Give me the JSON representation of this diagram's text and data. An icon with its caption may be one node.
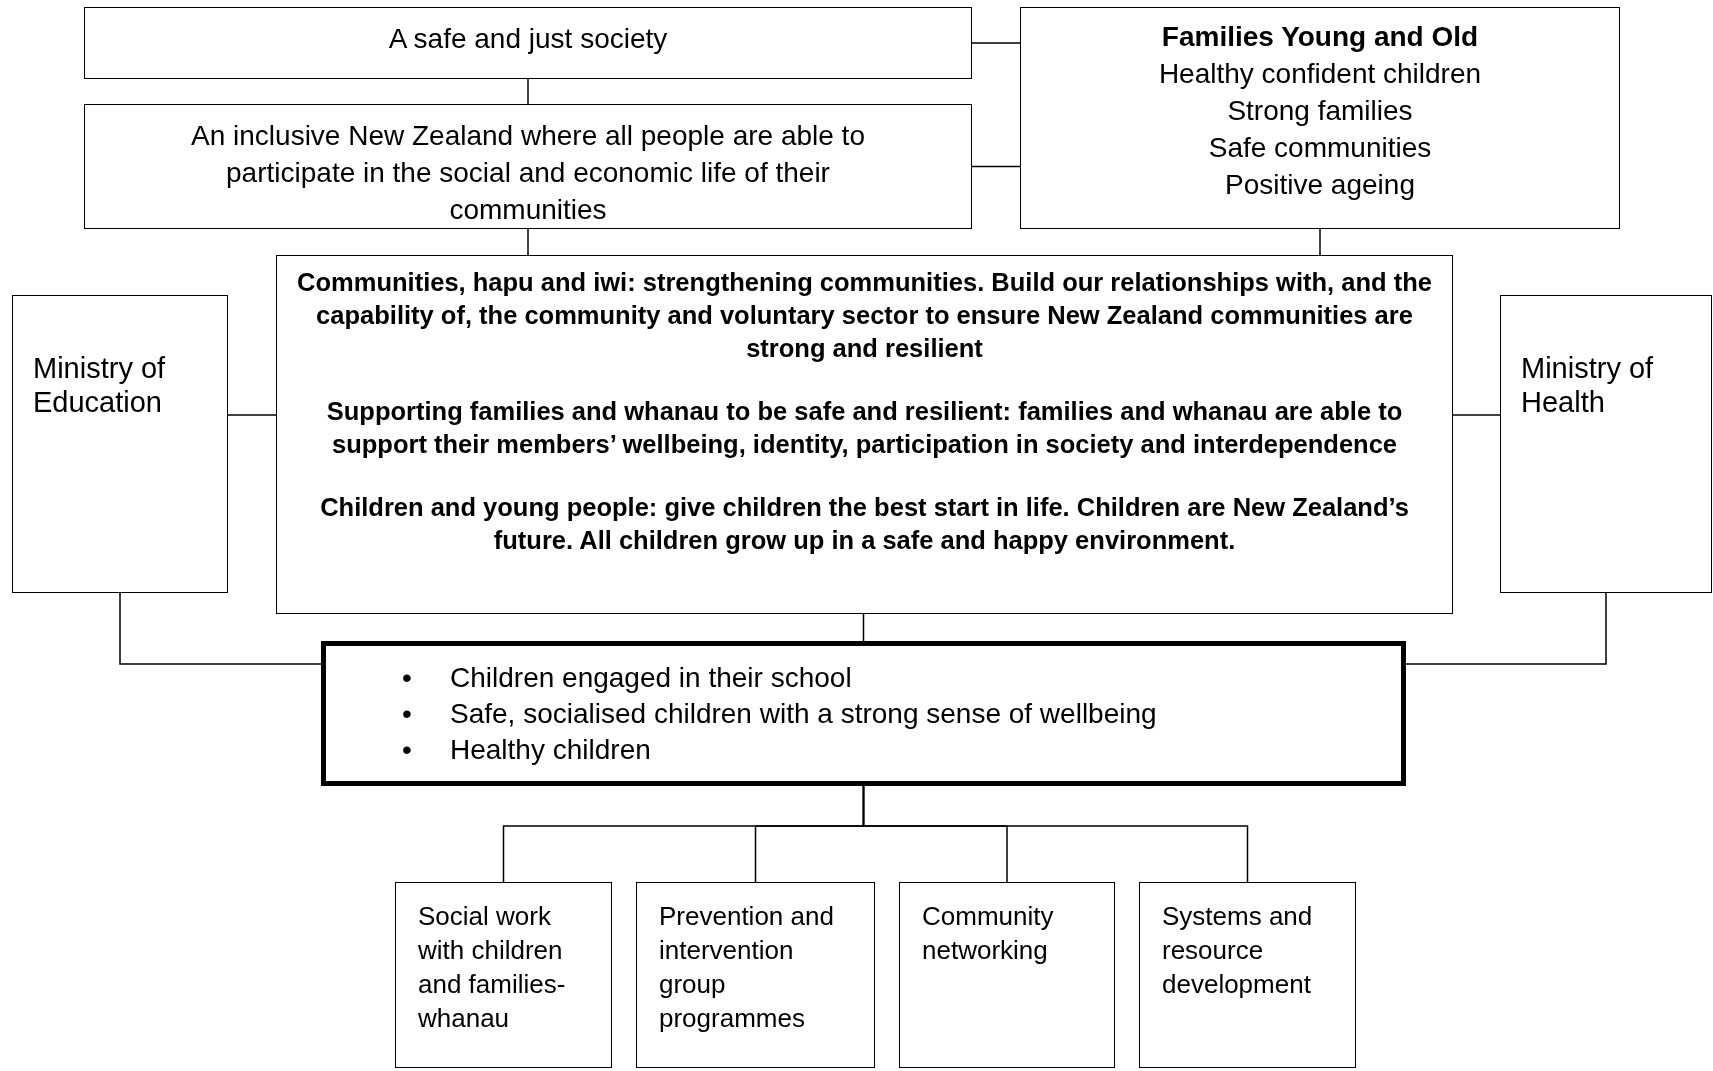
{
  "diagram": {
    "nodes": [
      {
        "text": [
          "A safe and just society"
        ]
      },
      {
        "text": [
          "An inclusive New Zealand where all people are able to participate in the social and economic life of their communities"
        ]
      },
      {
        "text": [
          "Families Young and Old",
          "Healthy confident children",
          "Strong families",
          "Safe communities",
          "Positive ageing"
        ]
      },
      {
        "text": [
          "Communities, hapu and iwi: strengthening communities. Build our relationships with, and the capability of, the community and voluntary sector to ensure New Zealand communities are strong and resilient",
          "Supporting families and whanau to be safe and resilient: families and whanau are able to support their members’ wellbeing, identity, participation in society and interdependence",
          "Children and young people: give children the best start in life.  Children are New Zealand’s future.  All children grow up in a safe and happy environment."
        ]
      },
      {
        "text": [
          "Ministry of Education"
        ]
      },
      {
        "text": [
          "Ministry of Health"
        ]
      },
      {
        "text": [
          "Children engaged in their school",
          "Safe, socialised children with a strong sense of wellbeing",
          "Healthy children"
        ]
      },
      {
        "text": [
          "Social work with children and families-whanau"
        ]
      },
      {
        "text": [
          "Prevention and intervention group programmes"
        ]
      },
      {
        "text": [
          "Community networking"
        ]
      },
      {
        "text": [
          "Systems and resource development"
        ]
      }
    ],
    "edges": [
      {
        "from": 0,
        "to": 1,
        "arrow": "none"
      },
      {
        "from": 0,
        "to": 2,
        "arrow": "none"
      },
      {
        "from": 1,
        "to": 2,
        "arrow": "none"
      },
      {
        "from": 1,
        "to": 3,
        "arrow": "none"
      },
      {
        "from": 2,
        "to": 3,
        "arrow": "none"
      },
      {
        "from": 4,
        "to": 3,
        "arrow": "none"
      },
      {
        "from": 5,
        "to": 3,
        "arrow": "none"
      },
      {
        "from": 4,
        "to": 6,
        "arrow": "none"
      },
      {
        "from": 5,
        "to": 6,
        "arrow": "none"
      },
      {
        "from": 3,
        "to": 6,
        "arrow": "none"
      },
      {
        "from": 6,
        "to": 7,
        "arrow": "none"
      },
      {
        "from": 6,
        "to": 8,
        "arrow": "none"
      },
      {
        "from": 6,
        "to": 9,
        "arrow": "none"
      },
      {
        "from": 6,
        "to": 10,
        "arrow": "none"
      }
    ],
    "labels": [
      "•",
      "•",
      "•"
    ]
  }
}
